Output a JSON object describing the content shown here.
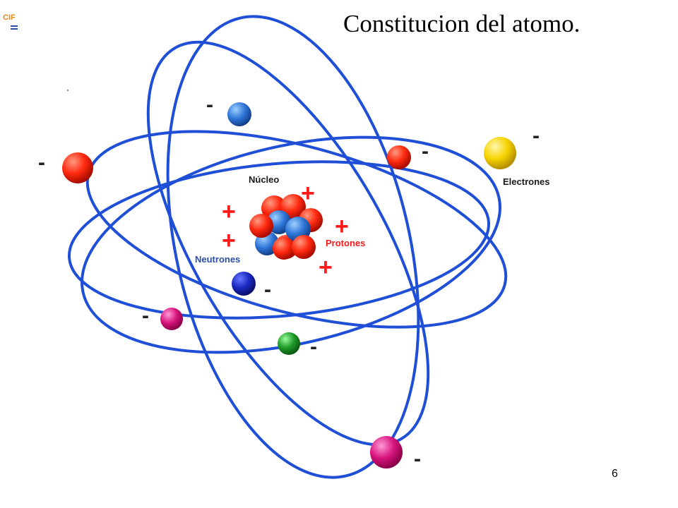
{
  "slide": {
    "title": "Constitucion del atomo.",
    "page_number": "6",
    "logo_text": "CIF"
  },
  "diagram": {
    "nucleus_label": "Núcleo",
    "neutrons_label": "Neutrones",
    "protons_label": "Protones",
    "electrons_label": "Electrones",
    "plus_sign": "+",
    "minus_sign": "-"
  },
  "colors": {
    "orbit": "#1f4fd6",
    "proton": "#ff3b1f",
    "neutron": "#2f6fd6",
    "label_red": "#ff1a1a",
    "label_blue": "#2b4ea8"
  }
}
